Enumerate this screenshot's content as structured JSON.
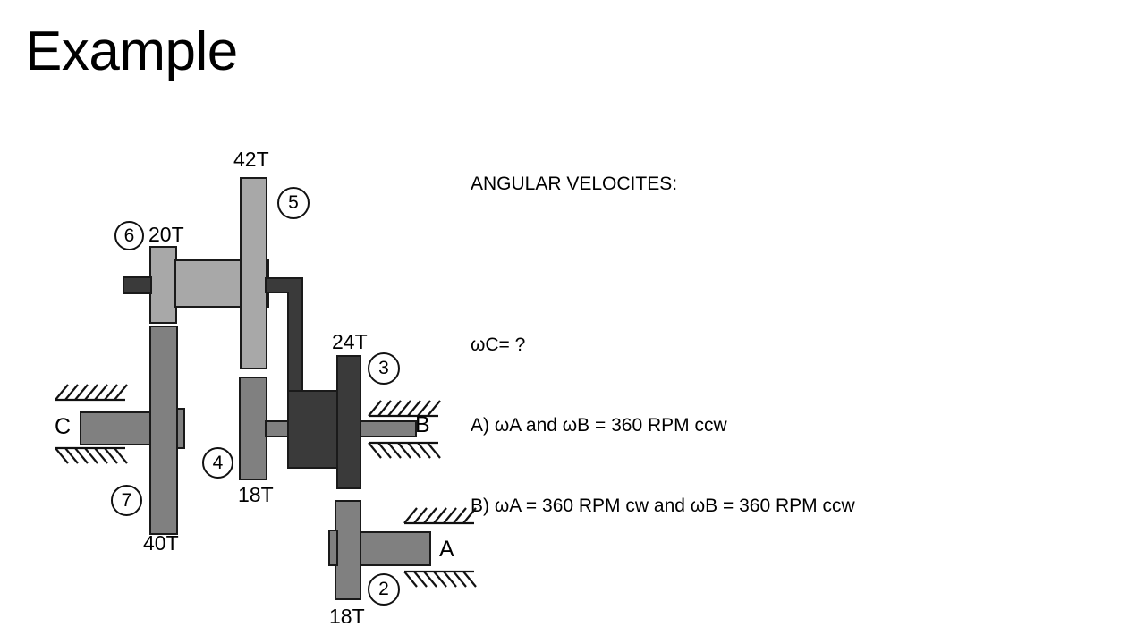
{
  "slide": {
    "title": "Example",
    "background_color": "#ffffff"
  },
  "text_block": {
    "heading": "ANGULAR VELOCITES:",
    "question": "ωC= ?",
    "option_a": "A) ωA and ωB = 360 RPM ccw",
    "option_b": "B) ωA = 360 RPM cw and ωB = 360 RPM ccw"
  },
  "diagram": {
    "name": "compound-gear-train",
    "colors": {
      "light_gray": "#a8a8a8",
      "mid_gray": "#808080",
      "dark_gray": "#3a3a3a",
      "outline": "#1a1a1a"
    },
    "gear_labels": {
      "g2_teeth": "18T",
      "g3_teeth": "24T",
      "g4_teeth": "18T",
      "g5_teeth": "42T",
      "g6_teeth": "20T",
      "g7_teeth": "40T"
    },
    "gear_numbers": {
      "g2": "2",
      "g3": "3",
      "g4": "4",
      "g5": "5",
      "g6": "6",
      "g7": "7"
    },
    "shaft_labels": {
      "a": "A",
      "b": "B",
      "c": "C"
    }
  }
}
